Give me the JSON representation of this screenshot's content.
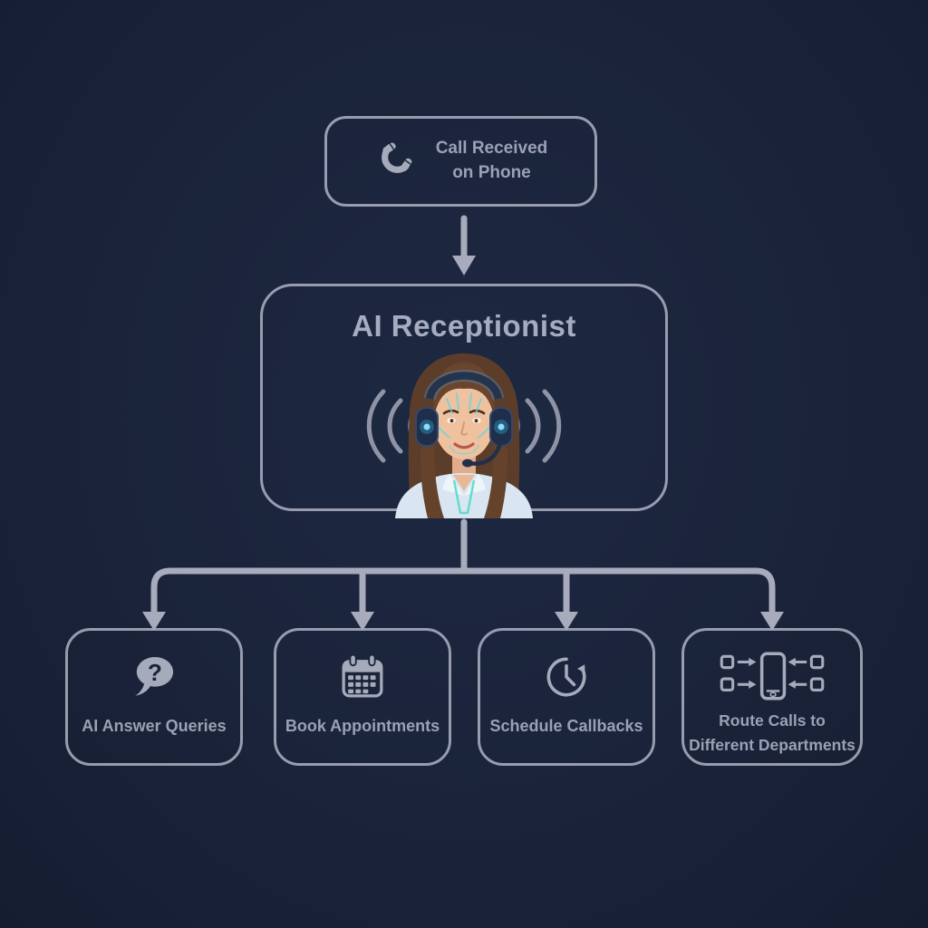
{
  "theme": {
    "background": "#1A2339",
    "line_color": "#A7ABBC",
    "text_color": "#9BA1B4",
    "title_color": "#A6ACC0",
    "icon_color": "#A6ABBB"
  },
  "nodes": {
    "call_received": {
      "icon": "phone-icon",
      "line1": "Call Received",
      "line2": "on Phone"
    },
    "ai_receptionist": {
      "title": "AI Receptionist",
      "avatar": "woman-with-headset-and-sound-waves"
    },
    "answer_queries": {
      "icon": "question-bubble-icon",
      "label": "AI Answer Queries"
    },
    "book_appointments": {
      "icon": "calendar-icon",
      "label": "Book Appointments"
    },
    "schedule_callbacks": {
      "icon": "clock-arrow-icon",
      "label": "Schedule Callbacks"
    },
    "route_calls": {
      "icon": "route-calls-icon",
      "line1": "Route Calls to",
      "line2": "Different Departments"
    }
  }
}
